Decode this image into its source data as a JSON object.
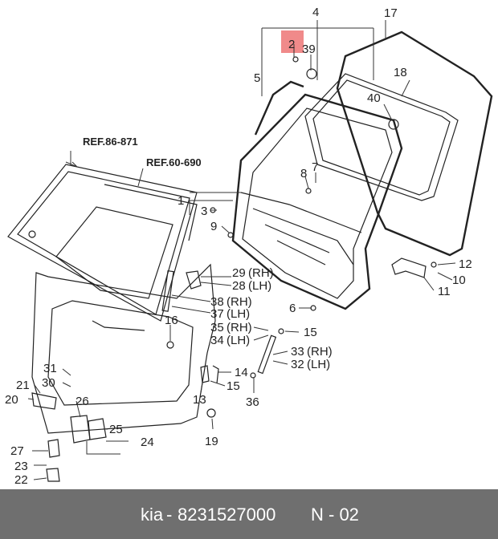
{
  "highlight_color": "#f08a8a",
  "footer": {
    "brand": "kia",
    "part_number": "8231527000",
    "page": "N - 02",
    "background": "#6f6f6f"
  },
  "refs": [
    "REF.86-871",
    "REF.60-690"
  ],
  "callouts": {
    "c1": "1",
    "c2": "2",
    "c3": "3",
    "c4": "4",
    "c5": "5",
    "c6": "6",
    "c7": "7",
    "c8": "8",
    "c9": "9",
    "c10": "10",
    "c11": "11",
    "c12": "12",
    "c13": "13",
    "c14": "14",
    "c15a": "15",
    "c15b": "15",
    "c16": "16",
    "c17": "17",
    "c18": "18",
    "c19": "19",
    "c20": "20",
    "c21": "21",
    "c22": "22",
    "c23": "23",
    "c24": "24",
    "c25": "25",
    "c26": "26",
    "c27": "27",
    "c28": "28",
    "c29": "29",
    "c30": "30",
    "c31": "31",
    "c32": "32",
    "c33": "33",
    "c34": "34",
    "c35": "35",
    "c36": "36",
    "c37": "37",
    "c38": "38",
    "c39": "39",
    "c40": "40",
    "rh": "(RH)",
    "lh": "(LH)"
  }
}
